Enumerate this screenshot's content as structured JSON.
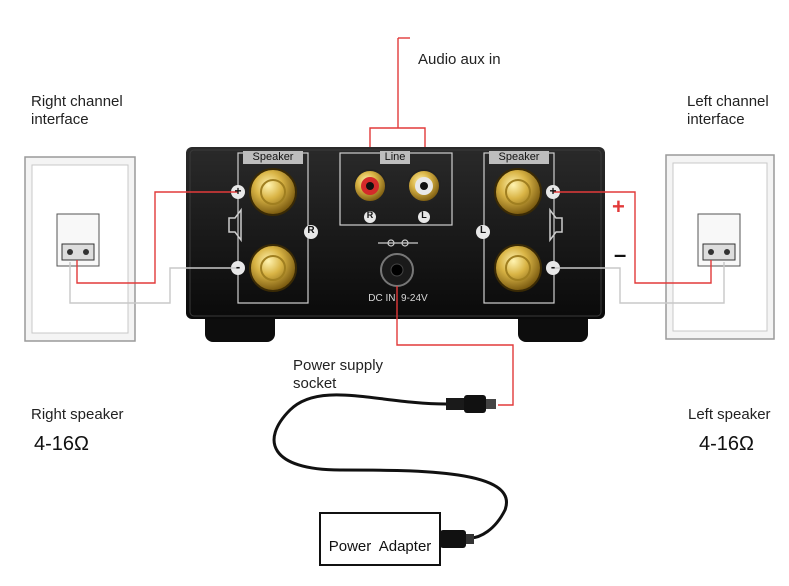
{
  "labels": {
    "audio_aux_in": "Audio aux in",
    "right_channel_interface": "Right channel\ninterface",
    "left_channel_interface": "Left channel\ninterface",
    "right_speaker": "Right speaker",
    "left_speaker": "Left speaker",
    "right_impedance": "4-16Ω",
    "left_impedance": "4-16Ω",
    "power_supply_socket": "Power supply\nsocket",
    "power_adapter": "Power  Adapter"
  },
  "device": {
    "speaker_label_left": "Speaker",
    "speaker_label_right": "Speaker",
    "line_label": "Line",
    "rca_r": "R",
    "rca_l": "L",
    "channel_r": "R",
    "channel_l": "L",
    "dc_in": "DC IN  9-24V",
    "plus_sign": "+",
    "minus_sign": "-"
  },
  "polarity": {
    "plus": "+",
    "minus": "–"
  },
  "colors": {
    "positive_wire": "#e23a3a",
    "negative_wire": "#c8c8c8",
    "device_body": "#111111",
    "gold": "#c9a537"
  }
}
